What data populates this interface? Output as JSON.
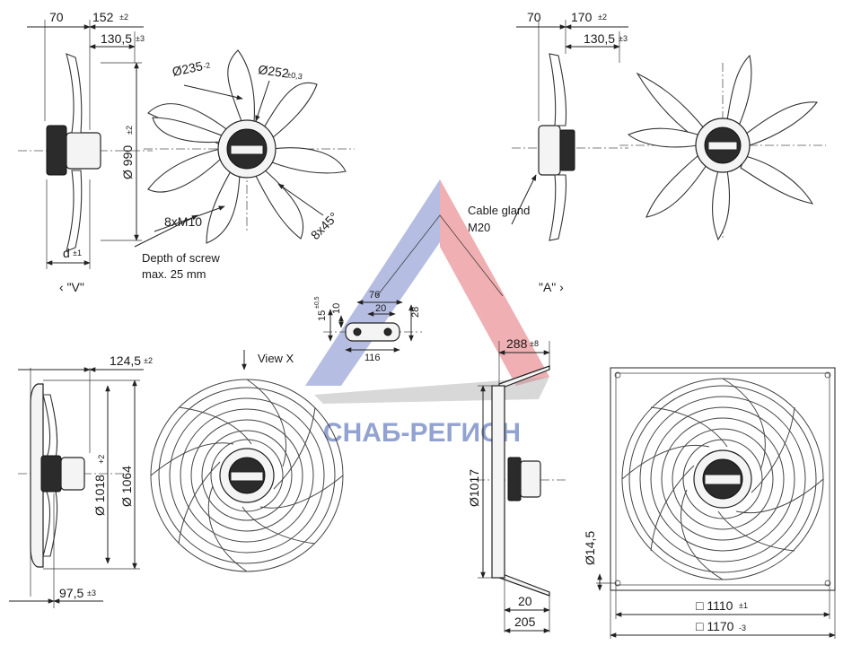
{
  "watermark": {
    "text": "СНАБ-РЕГИОН",
    "colors": {
      "blue": "#5a6fbf",
      "red": "#d9363e",
      "gray": "#a9a9a9"
    }
  },
  "view_labels": {
    "v": "‹ \"V\"",
    "a": "\"A\" ›",
    "view_x": "View X"
  },
  "notes": {
    "depth_line1": "Depth of screw",
    "depth_line2": "max. 25 mm",
    "gland_line1": "Cable gland",
    "gland_line2": "M20",
    "screws": "8xM10",
    "angle": "8x45°"
  },
  "v_side": {
    "d70": "70",
    "d152": "152",
    "d152_tol": "±2",
    "d130": "130,5",
    "d130_tol": "±3",
    "d990": "Ø 990",
    "d990_tol": "±2",
    "dd": "d",
    "dd_tol": "±1"
  },
  "v_front": {
    "d235": "Ø235",
    "d235_tol": "-2",
    "d252": "Ø252",
    "d252_tol": "±0,3"
  },
  "a_side": {
    "d70": "70",
    "d170": "170",
    "d170_tol": "±2",
    "d130": "130,5",
    "d130_tol": "±3"
  },
  "bracket": {
    "d76": "76",
    "d10": "10",
    "d20": "20",
    "d28": "28",
    "d15": "15",
    "d15_tol": "±0,5",
    "d116": "116"
  },
  "guard_side": {
    "d124": "124,5",
    "d124_tol": "±2",
    "d1018": "Ø 1018",
    "d1018_tol": "+2",
    "d1064": "Ø 1064",
    "d97": "97,5",
    "d97_tol": "±3"
  },
  "plate_side": {
    "d288": "288",
    "d288_tol": "±8",
    "d1017": "Ø1017",
    "d20": "20",
    "d205": "205"
  },
  "plate_front": {
    "d14": "Ø14,5",
    "d1110": "□ 1110",
    "d1110_tol": "±1",
    "d1170": "□ 1170",
    "d1170_tol": "-3"
  }
}
